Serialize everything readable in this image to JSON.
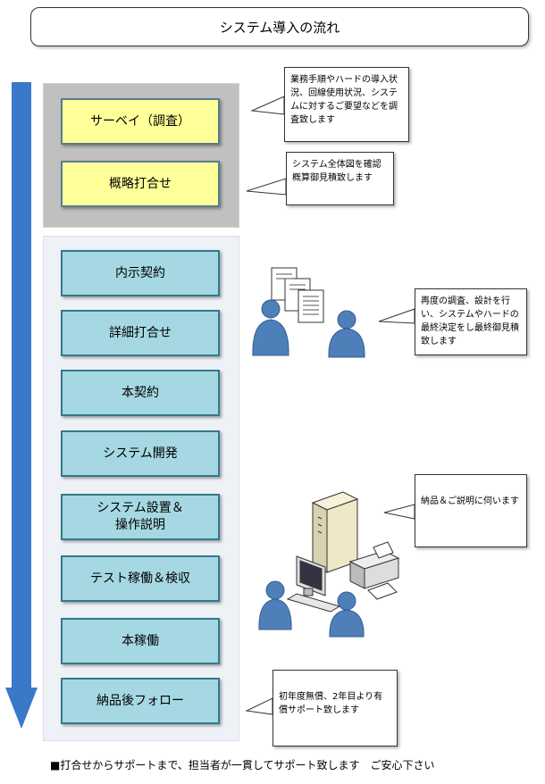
{
  "title": "システム導入の流れ",
  "steps": [
    {
      "label": "サーベイ（調査）",
      "color": "#ffff99"
    },
    {
      "label": "概略打合せ",
      "color": "#ffff99"
    },
    {
      "label": "内示契約",
      "color": "#a5d8e2"
    },
    {
      "label": "詳細打合せ",
      "color": "#a5d8e2"
    },
    {
      "label": "本契約",
      "color": "#a5d8e2"
    },
    {
      "label": "システム開発",
      "color": "#a5d8e2"
    },
    {
      "label": "システム設置＆\n操作説明",
      "color": "#a5d8e2"
    },
    {
      "label": "テスト稼働＆検収",
      "color": "#a5d8e2"
    },
    {
      "label": "本稼働",
      "color": "#a5d8e2"
    },
    {
      "label": "納品後フォロー",
      "color": "#a5d8e2"
    }
  ],
  "notes": {
    "survey": "業務手順やハードの導入状況、回線使用状況、システムに対するご要望などを調査致します",
    "outline": "システム全体図を確認概算御見積致します",
    "detail": "再度の調査、設計を行い、システムやハードの最終決定をし最終御見積致します",
    "delivery": "納品＆ご説明に伺います",
    "follow": "初年度無償、2年目より有償サポート致します"
  },
  "footer": "■打合せからサポートまで、担当者が一貫してサポート致します　ご安心下さい",
  "colors": {
    "flow_arrow": "#3a78c8",
    "gray_group": "#c0c0c0",
    "light_group": "#eef2f7",
    "person": "#4f7fb8"
  },
  "icons": [
    "documents-icon",
    "person-icon",
    "server-icon",
    "monitor-icon",
    "printer-icon"
  ]
}
